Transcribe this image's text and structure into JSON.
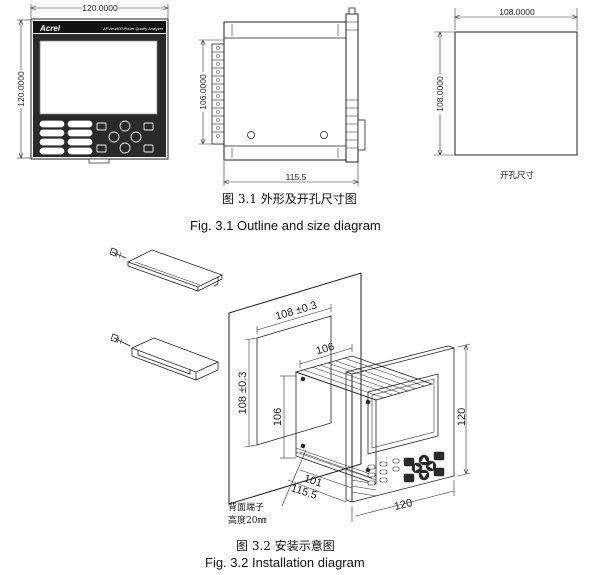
{
  "figure1": {
    "front": {
      "width_dim": "120.0000",
      "height_dim": "120.0000",
      "brand": "Acrel",
      "model": "APView500 Power Quality Analyzer"
    },
    "side": {
      "height_dim": "106.0000",
      "depth_dim": "115.5"
    },
    "cutout": {
      "width_dim": "108.0000",
      "height_dim": "108.0000",
      "label": "开孔尺寸"
    },
    "caption_cn": "图 3.1 外形及开孔尺寸图",
    "caption_en": "Fig. 3.1 Outline and size diagram"
  },
  "figure2": {
    "panel_width_dim": "108 ±0.3",
    "panel_height_dim": "108 ±0.3",
    "body_width_dim": "106",
    "body_height_dim": "106",
    "bezel_height_dim": "120",
    "bezel_width_dim": "120",
    "terminal_dim": "101",
    "depth_dim": "115.5",
    "note_line1": "背面端子",
    "note_line2": "高度20㎜",
    "caption_cn": "图 3.2 安装示意图",
    "caption_en": "Fig. 3.2 Installation diagram"
  }
}
